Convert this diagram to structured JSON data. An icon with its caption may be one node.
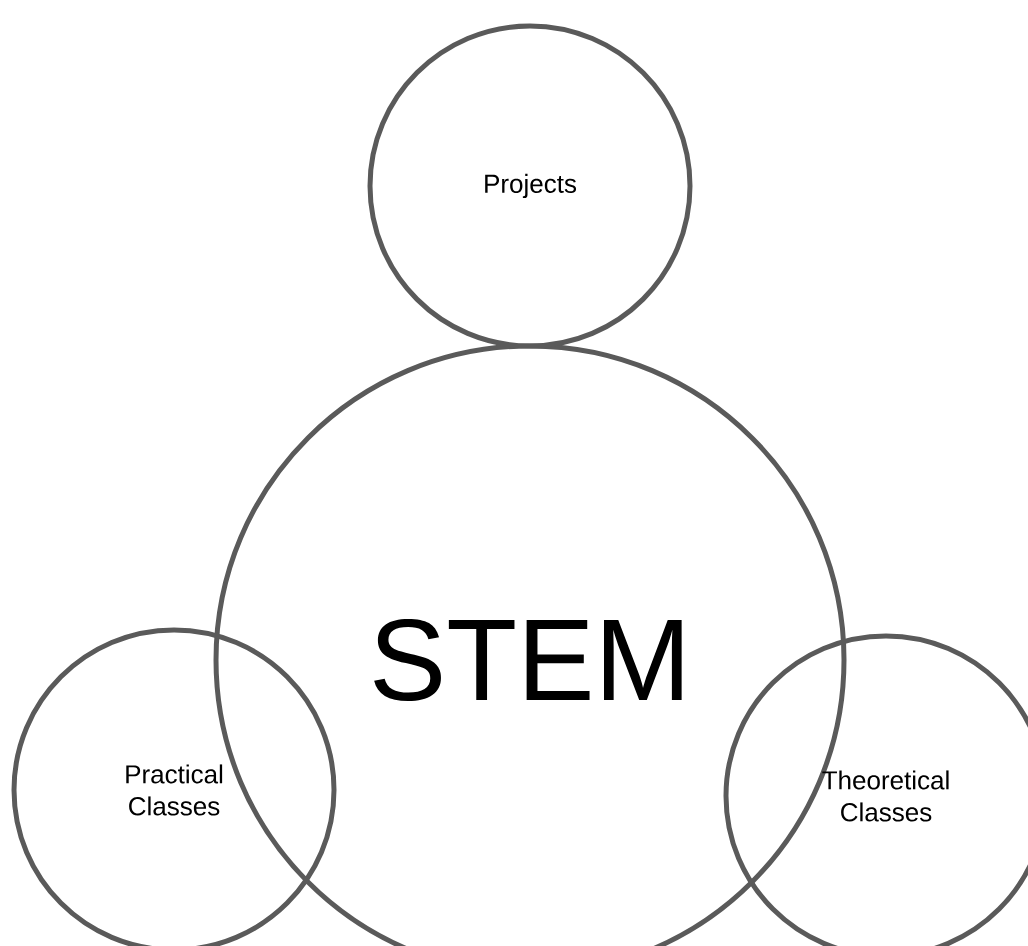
{
  "diagram": {
    "nodes": [
      {
        "text": [
          "Projects"
        ]
      },
      {
        "text": [
          "STEM"
        ]
      },
      {
        "text": [
          "Practical Classes"
        ]
      },
      {
        "text": [
          "Theoretical Classes"
        ]
      }
    ]
  }
}
